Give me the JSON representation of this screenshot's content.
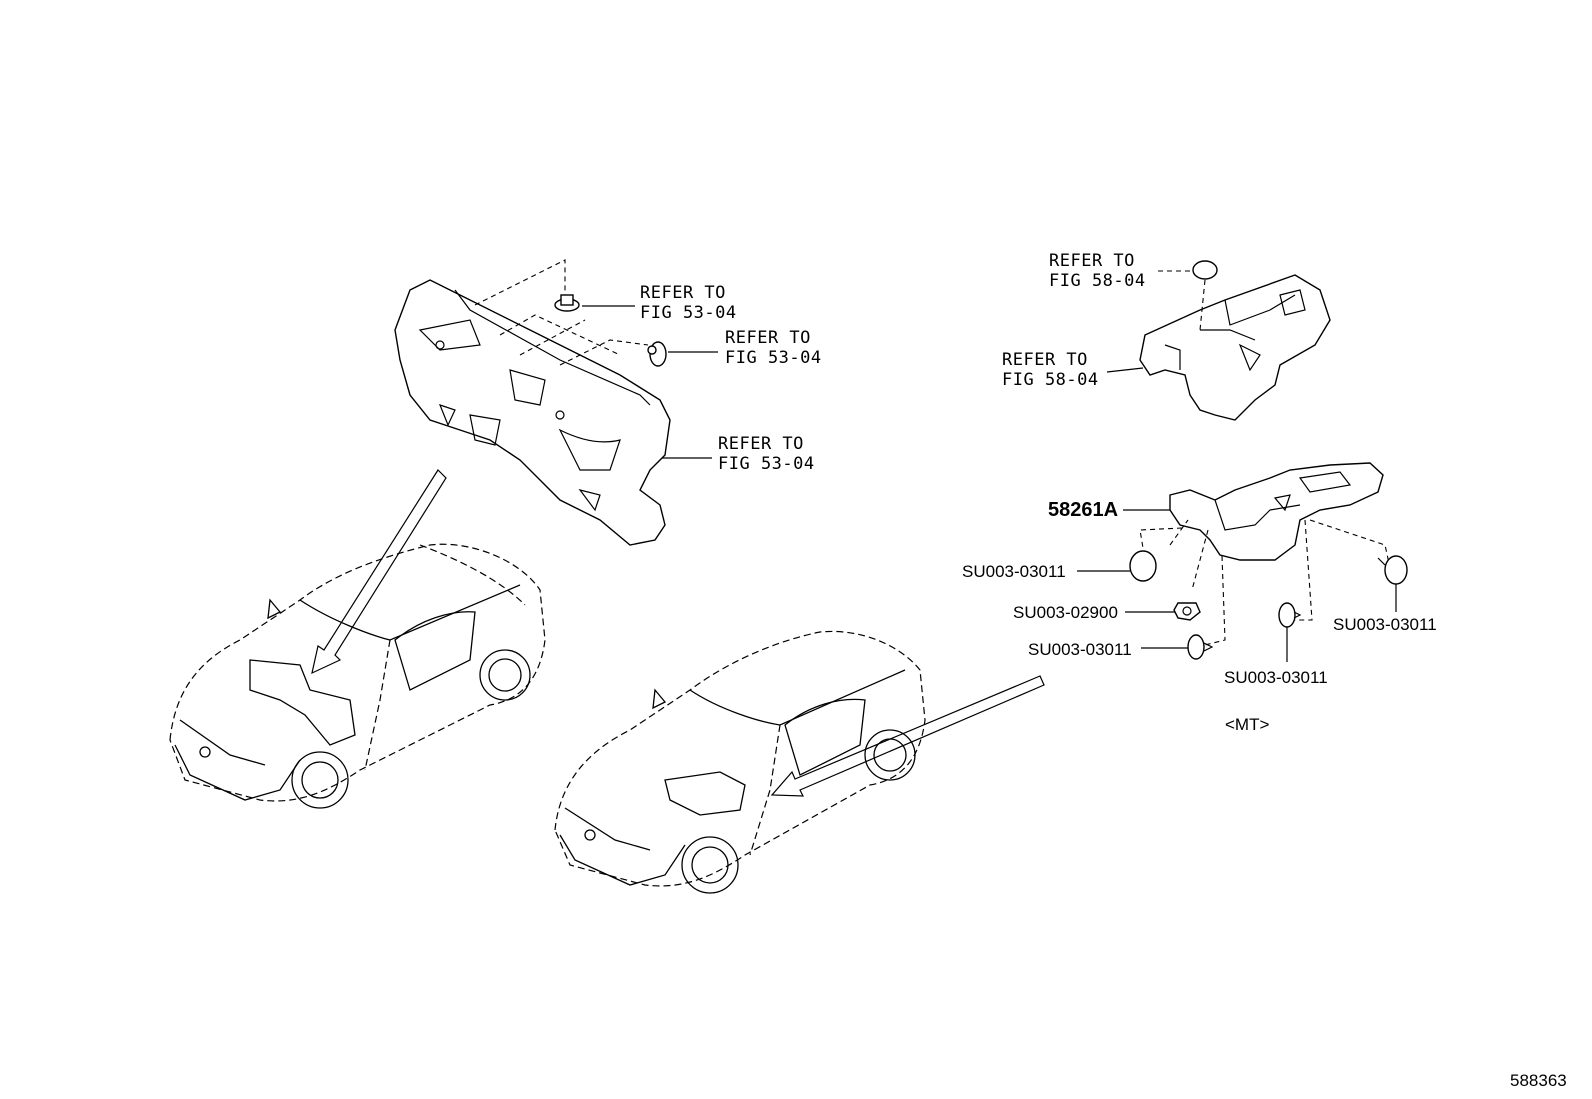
{
  "labels": {
    "refer_53_a": [
      "REFER TO",
      "FIG 53-04"
    ],
    "refer_53_b": [
      "REFER TO",
      "FIG 53-04"
    ],
    "refer_53_c": [
      "REFER TO",
      "FIG 53-04"
    ],
    "refer_58_a": [
      "REFER TO",
      "FIG 58-04"
    ],
    "refer_58_b": [
      "REFER TO",
      "FIG 58-04"
    ],
    "part_58261A": "58261A",
    "su_left_1": "SU003-03011",
    "su_left_2": "SU003-02900",
    "su_left_3": "SU003-03011",
    "su_right_1": "SU003-03011",
    "su_right_2": "SU003-03011",
    "variant": "<MT>",
    "diagram_number": "588363"
  }
}
